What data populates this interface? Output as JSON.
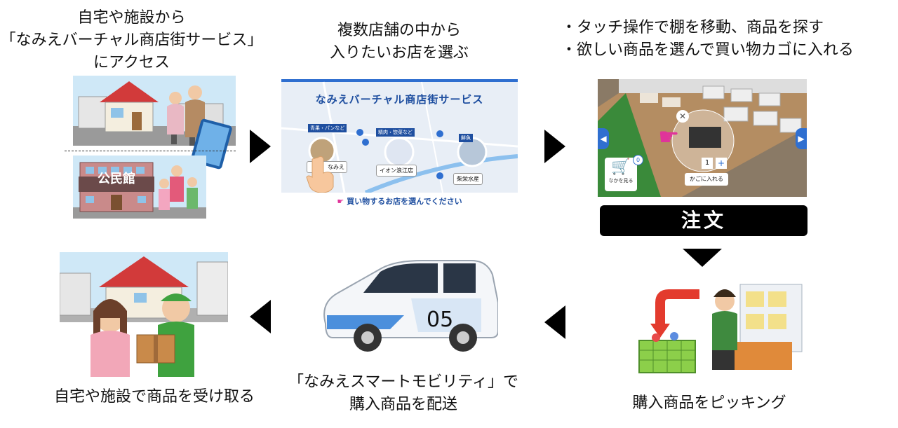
{
  "steps": {
    "access": {
      "lines": [
        "自宅や施設から",
        "「なみえバーチャル商店街サービス」",
        "にアクセス"
      ]
    },
    "choose": {
      "lines": [
        "複数店舗の中から",
        "入りたいお店を選ぶ"
      ]
    },
    "shop": {
      "bullets": [
        "・タッチ操作で棚を移動、商品を探す",
        "・欲しい商品を選んで買い物カゴに入れる"
      ]
    },
    "order_label": "注文",
    "pick": {
      "lines": [
        "購入商品をピッキング"
      ]
    },
    "deliver": {
      "lines": [
        "「なみえスマートモビリティ」で",
        "購入商品を配送"
      ]
    },
    "receive": {
      "lines": [
        "自宅や施設で商品を受け取る"
      ]
    }
  },
  "building_sign": "公民館",
  "virtual_site": {
    "title": "なみえバーチャル商店街サービス",
    "stores": [
      "青果・パンなど",
      "精肉・惣菜など",
      "鮮魚"
    ],
    "buttons": [
      "なみえ",
      "イオン浪江店",
      "柴栄水産"
    ],
    "footer": "買い物するお店を選んでください"
  },
  "shop_ui": {
    "cart_count": "0",
    "cart_label": "なかを見る",
    "qty": "1",
    "add_label": "かごに入れる"
  },
  "car": {
    "number": "05"
  },
  "colors": {
    "accent_blue": "#2f6fd0",
    "pink": "#e0349a"
  }
}
